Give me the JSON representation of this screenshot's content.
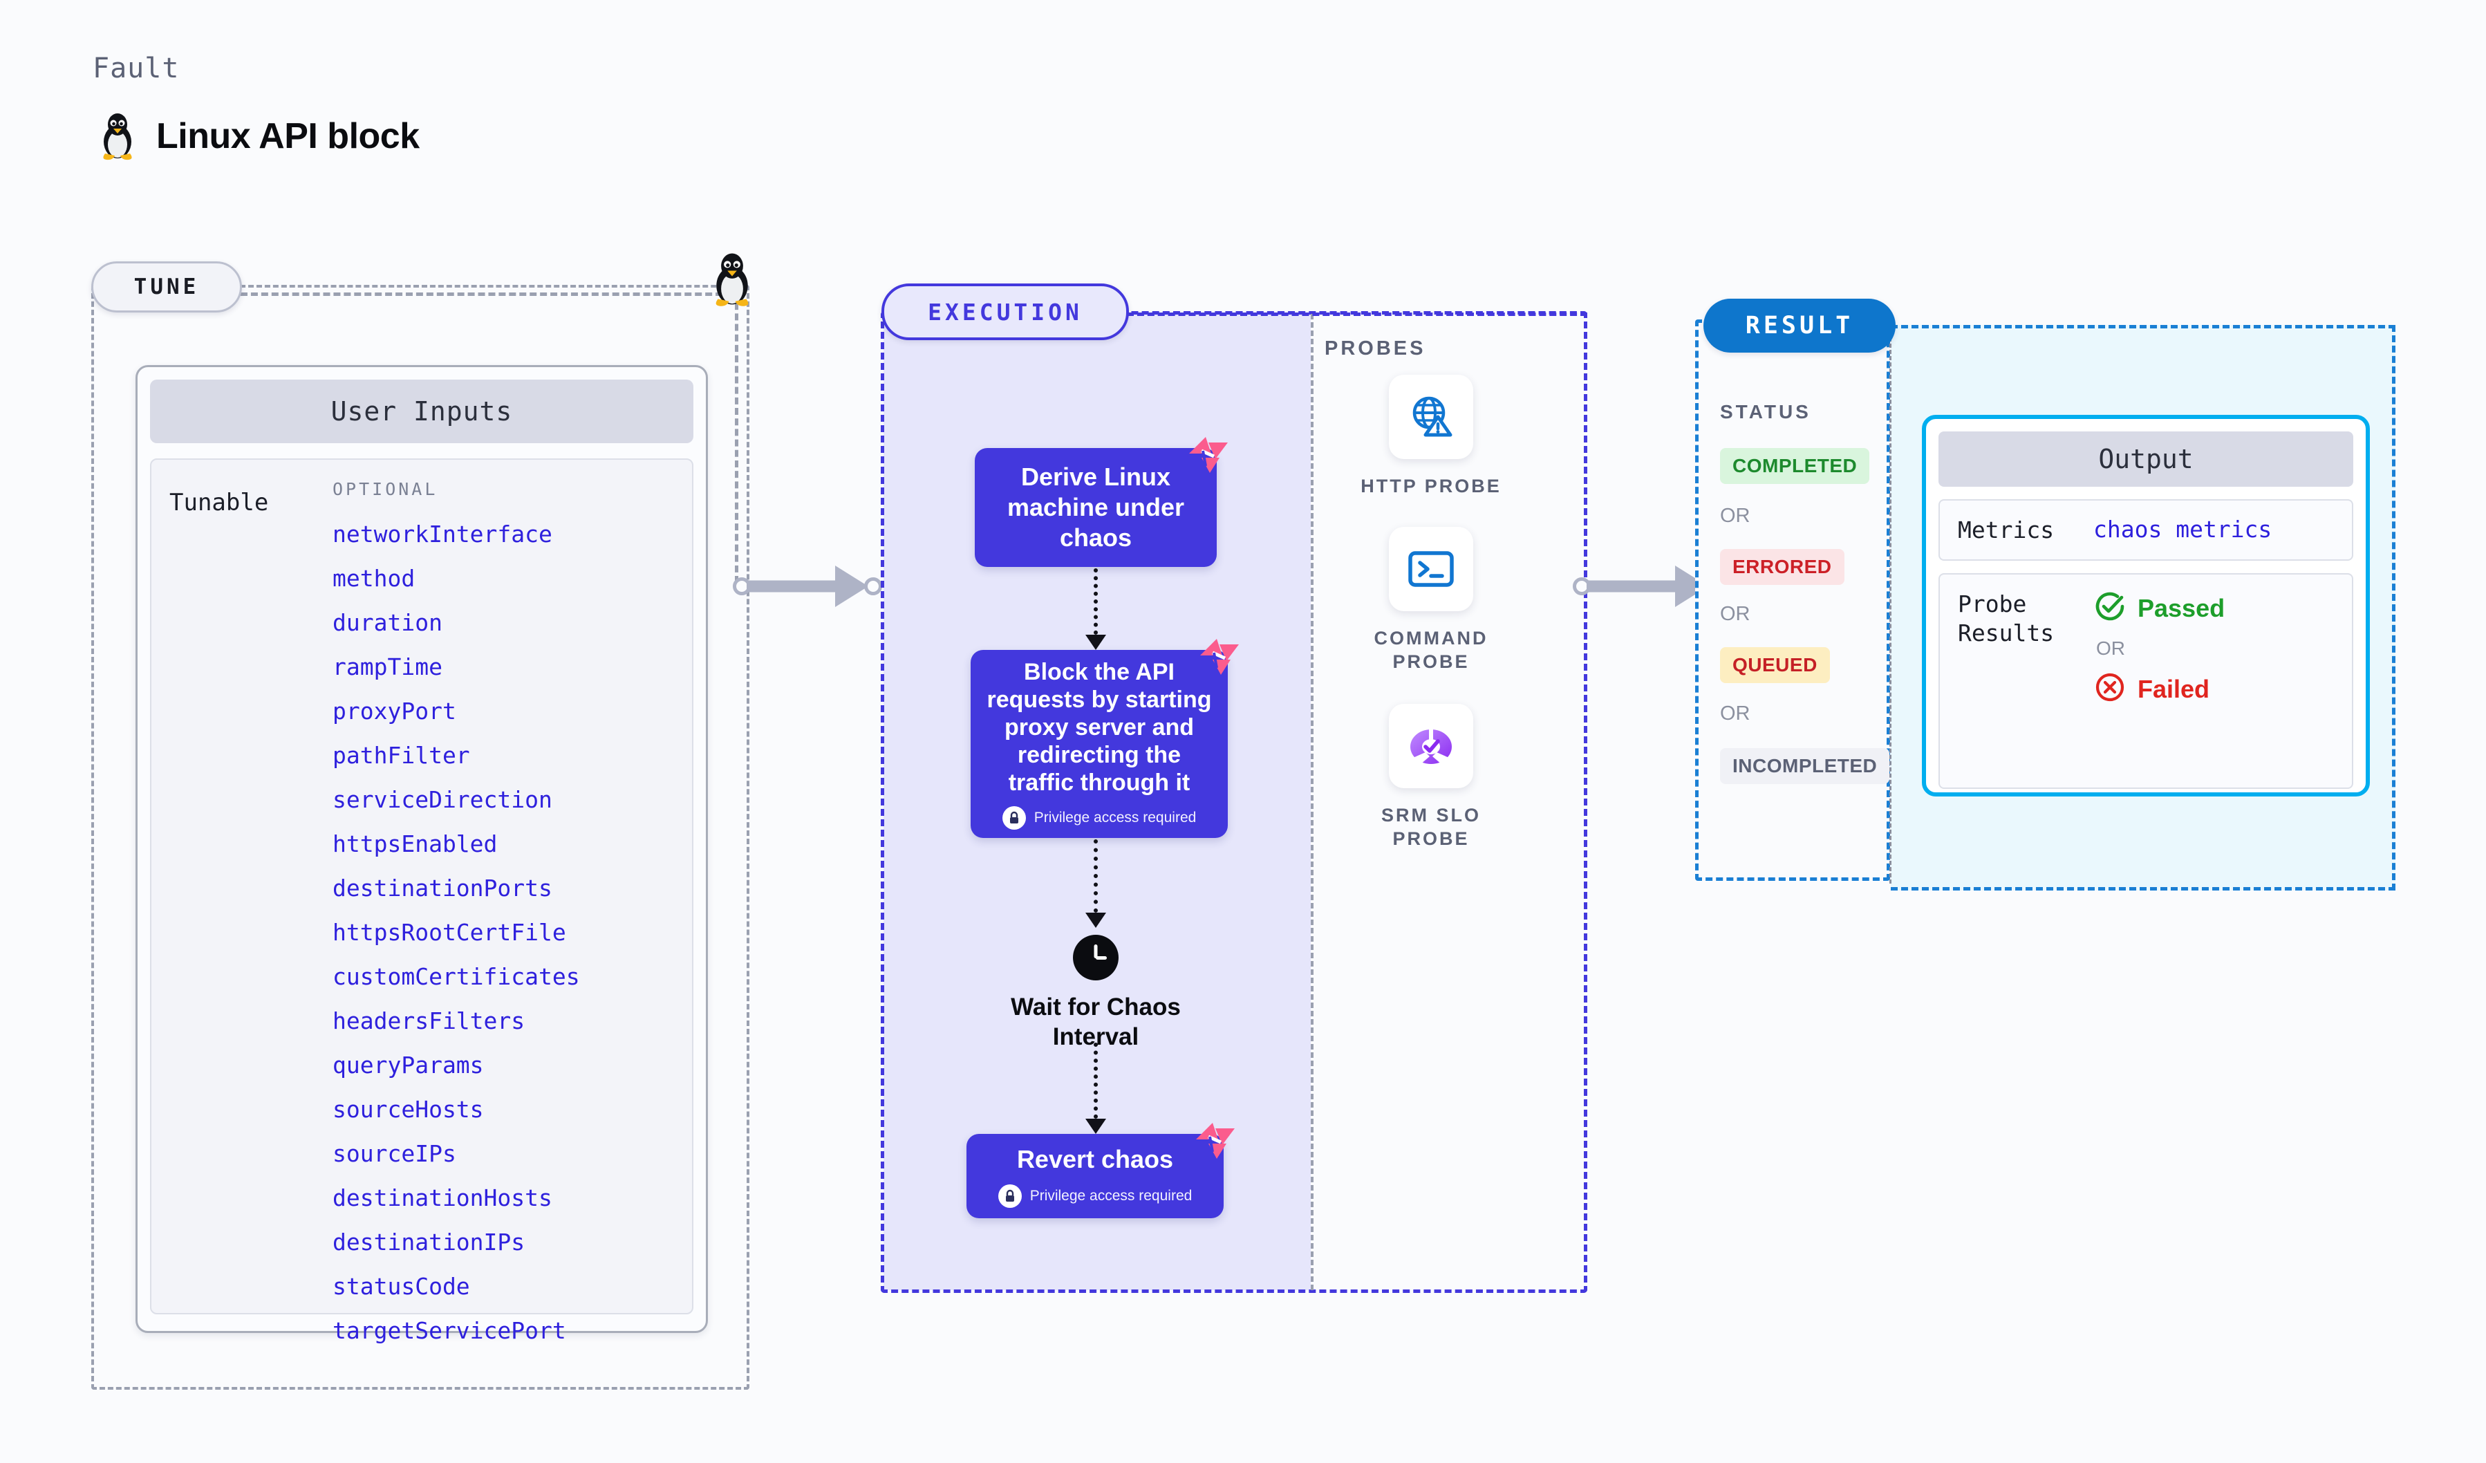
{
  "header": {
    "kicker": "Fault",
    "title": "Linux API block",
    "icon": "linux-penguin-icon"
  },
  "sections": {
    "tune": {
      "chip_label": "TUNE"
    },
    "execution": {
      "chip_label": "EXECUTION"
    },
    "result": {
      "chip_label": "RESULT"
    }
  },
  "tune": {
    "card_title": "User Inputs",
    "group_label": "Tunable",
    "optional_label": "OPTIONAL",
    "inputs": [
      "networkInterface",
      "method",
      "duration",
      "rampTime",
      "proxyPort",
      "pathFilter",
      "serviceDirection",
      "httpsEnabled",
      "destinationPorts",
      "httpsRootCertFile",
      "customCertificates",
      "headersFilters",
      "queryParams",
      "sourceHosts",
      "sourceIPs",
      "destinationHosts",
      "destinationIPs",
      "statusCode",
      "targetServicePort"
    ]
  },
  "execution": {
    "nodes": [
      {
        "id": "derive",
        "text": "Derive Linux machine under chaos",
        "privilege": null
      },
      {
        "id": "block",
        "text": "Block the API requests by starting proxy server and redirecting the traffic through it",
        "privilege": "Privilege access required"
      },
      {
        "id": "wait",
        "text": "Wait for Chaos Interval",
        "icon": "clock-icon"
      },
      {
        "id": "revert",
        "text": "Revert chaos",
        "privilege": "Privilege access required"
      }
    ],
    "probes": {
      "title": "PROBES",
      "items": [
        {
          "label": "HTTP PROBE",
          "icon": "globe-warning-icon"
        },
        {
          "label": "COMMAND PROBE",
          "icon": "terminal-icon"
        },
        {
          "label": "SRM SLO PROBE",
          "icon": "slo-donut-check-icon"
        }
      ]
    }
  },
  "result": {
    "status_label": "STATUS",
    "or_label": "OR",
    "statuses": [
      {
        "label": "COMPLETED",
        "bg": "#d9f5dd",
        "fg": "#1d8a2d"
      },
      {
        "label": "ERRORED",
        "bg": "#fbe4e6",
        "fg": "#cc2027"
      },
      {
        "label": "QUEUED",
        "bg": "#fdeec1",
        "fg": "#c52026"
      },
      {
        "label": "INCOMPLETED",
        "bg": "#f0f1f6",
        "fg": "#5b6175"
      }
    ],
    "output": {
      "title": "Output",
      "metrics_key": "Metrics",
      "metrics_value": "chaos metrics",
      "probe_key": "Probe Results",
      "passed_label": "Passed",
      "failed_label": "Failed",
      "or_label": "OR"
    }
  },
  "colors": {
    "accent_purple": "#4338dd",
    "accent_blue": "#0e76cc",
    "accent_cyan": "#00aeef",
    "link_blue": "#2e20dd",
    "litmus_pink": "#fb5c8d"
  }
}
